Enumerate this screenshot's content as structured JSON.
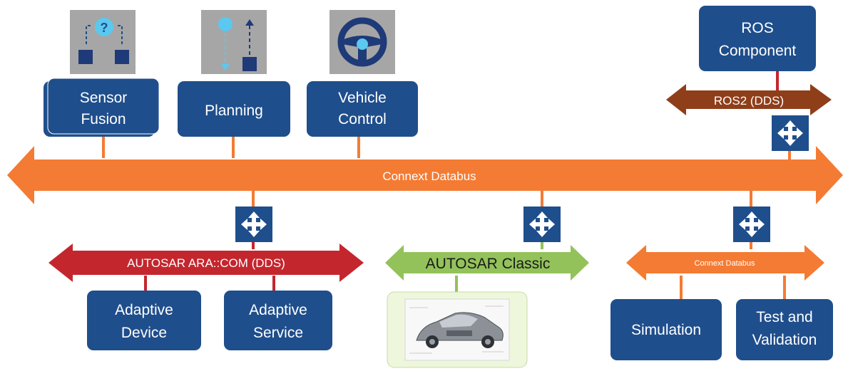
{
  "diagram": {
    "main_bus": {
      "label": "Connext Databus",
      "color": "#f47b33"
    },
    "ros2_bus": {
      "label": "ROS2 (DDS)",
      "color": "#8f3e1a"
    },
    "ara_com_bus": {
      "label": "AUTOSAR ARA::COM (DDS)",
      "color": "#c4262e"
    },
    "classic_bus": {
      "label": "AUTOSAR Classic",
      "color": "#93c25b"
    },
    "small_bus": {
      "label": "Connext Databus",
      "color": "#f47b33"
    },
    "boxes": {
      "sensor_fusion": {
        "line1": "Sensor",
        "line2": "Fusion"
      },
      "planning": {
        "line1": "Planning"
      },
      "vehicle_control": {
        "line1": "Vehicle",
        "line2": "Control"
      },
      "ros_component": {
        "line1": "ROS",
        "line2": "Component"
      },
      "adaptive_device": {
        "line1": "Adaptive",
        "line2": "Device"
      },
      "adaptive_service": {
        "line1": "Adaptive",
        "line2": "Service"
      },
      "simulation": {
        "line1": "Simulation"
      },
      "test_validation": {
        "line1": "Test and",
        "line2": "Validation"
      }
    },
    "colors": {
      "box_fill": "#1f4e8c",
      "icon_tile": "#a6a6a6",
      "icon_light_blue": "#5bc8f0",
      "gateway_fill": "#1f4e8c"
    },
    "icons": [
      "question-diagram-icon",
      "path-planning-icon",
      "steering-wheel-icon",
      "gateway-arrows-icon",
      "car-cutaway-icon"
    ]
  }
}
